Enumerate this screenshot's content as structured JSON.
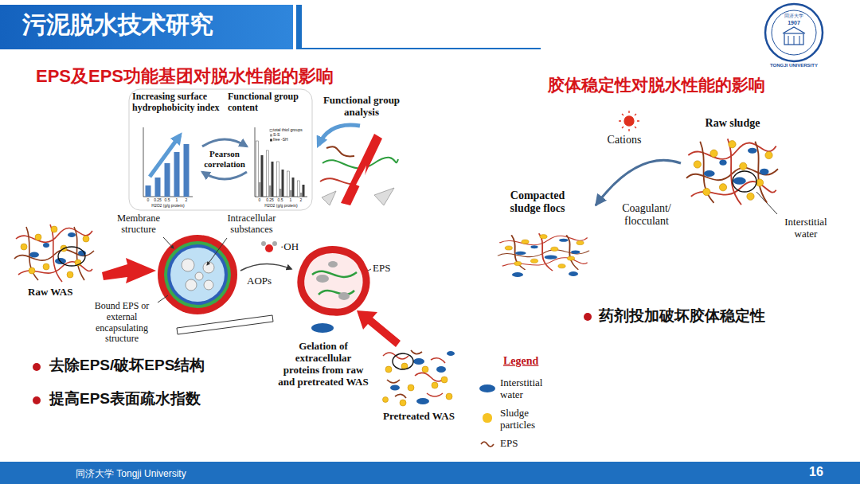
{
  "diagram": {
    "title": "污泥脱水技术研究",
    "nodes": [
      {
        "text": [
          "Increasing surface hydrophobicity index",
          "Pearson correlation",
          "Functional group content"
        ]
      },
      {
        "text": [
          "Raw WAS"
        ]
      },
      {
        "text": [
          "Pretreated WAS"
        ]
      },
      {
        "text": [
          "Raw sludge"
        ]
      },
      {
        "text": [
          "Compacted sludge flocs"
        ]
      }
    ],
    "edges": [
      {
        "from": 3,
        "to": 4,
        "arrow": "to",
        "label": "Coagulant/ flocculant"
      }
    ],
    "labels": [
      "EPS及EPS功能基团对脱水性能的影响",
      "同济大学",
      "1907",
      "TONGJI UNIVERSITY",
      "胶体稳定性对脱水性能的影响",
      "0",
      "0.25",
      "0.5",
      "1",
      "2",
      "H2O2 (g/g protein)",
      "0",
      "0.25",
      "0.5",
      "1",
      "2",
      "H2O2 (g/g protein)",
      "total thiol groups",
      "S-S",
      "free -SH",
      "Functional group analysis",
      "Membrane structure",
      "Intracellular substances",
      "Bound EPS or external encapsulating structure",
      "·OH",
      "AOPs",
      "EPS",
      "Gelation of extracellular proteins from raw and pretreated WAS",
      "去除EPS/破坏EPS结构",
      "提高EPS表面疏水指数",
      "Cations",
      "Interstitial water",
      "药剂投加破坏胶体稳定性",
      "Legend",
      "同济大学 Tongji University",
      "16"
    ],
    "legend": [
      {
        "text": "Interstitial water",
        "color": "#1f5fa8"
      },
      {
        "text": "Sludge particles",
        "color": "#f6c324"
      },
      {
        "text": "EPS"
      }
    ]
  }
}
